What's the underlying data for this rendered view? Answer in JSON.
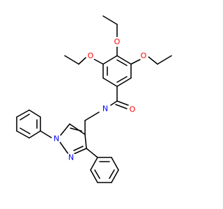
{
  "colors": {
    "background": "#ffffff",
    "bond": "#000000",
    "oxygen": "#ff0000",
    "nitrogen": "#0000ff"
  },
  "atoms": {
    "O_carbonyl": "O",
    "N_amide": "N",
    "O_ethoxy_left": "O",
    "O_ethoxy_top": "O",
    "O_ethoxy_right": "O",
    "N_pyrazole_1": "N",
    "N_pyrazole_2": "N"
  }
}
